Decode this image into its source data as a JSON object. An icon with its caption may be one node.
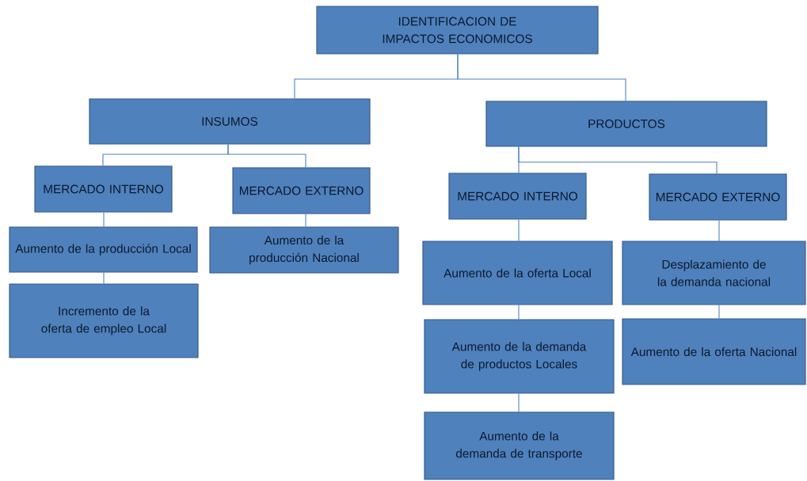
{
  "diagram": {
    "nodes": [
      {
        "text": [
          "IDENTIFICACION DE IMPACTOS ECONOMICOS"
        ]
      },
      {
        "text": [
          "INSUMOS"
        ]
      },
      {
        "text": [
          "PRODUCTOS"
        ]
      },
      {
        "text": [
          "MERCADO INTERNO"
        ]
      },
      {
        "text": [
          "MERCADO EXTERNO"
        ]
      },
      {
        "text": [
          "Aumento de la producción Local"
        ]
      },
      {
        "text": [
          "Incremento de la oferta de empleo Local"
        ]
      },
      {
        "text": [
          "Aumento de la producción Nacional"
        ]
      },
      {
        "text": [
          "MERCADO INTERNO"
        ]
      },
      {
        "text": [
          "MERCADO EXTERNO"
        ]
      },
      {
        "text": [
          "Aumento de la oferta Local"
        ]
      },
      {
        "text": [
          "Aumento de la demanda de productos Locales"
        ]
      },
      {
        "text": [
          "Aumento de la demanda de transporte"
        ]
      },
      {
        "text": [
          "Desplazamiento de la demanda nacional"
        ]
      },
      {
        "text": [
          "Aumento de la oferta Nacional"
        ]
      }
    ],
    "edges": [
      {
        "from": 0,
        "to": 1,
        "arrow": "none"
      },
      {
        "from": 0,
        "to": 2,
        "arrow": "none"
      },
      {
        "from": 1,
        "to": 3,
        "arrow": "none"
      },
      {
        "from": 1,
        "to": 4,
        "arrow": "none"
      },
      {
        "from": 2,
        "to": 8,
        "arrow": "none"
      },
      {
        "from": 2,
        "to": 9,
        "arrow": "none"
      },
      {
        "from": 3,
        "to": 5,
        "arrow": "none"
      },
      {
        "from": 5,
        "to": 6,
        "arrow": "none"
      },
      {
        "from": 4,
        "to": 7,
        "arrow": "none"
      },
      {
        "from": 8,
        "to": 10,
        "arrow": "none"
      },
      {
        "from": 10,
        "to": 11,
        "arrow": "none"
      },
      {
        "from": 11,
        "to": 12,
        "arrow": "none"
      },
      {
        "from": 9,
        "to": 13,
        "arrow": "none"
      },
      {
        "from": 13,
        "to": 14,
        "arrow": "none"
      }
    ]
  }
}
